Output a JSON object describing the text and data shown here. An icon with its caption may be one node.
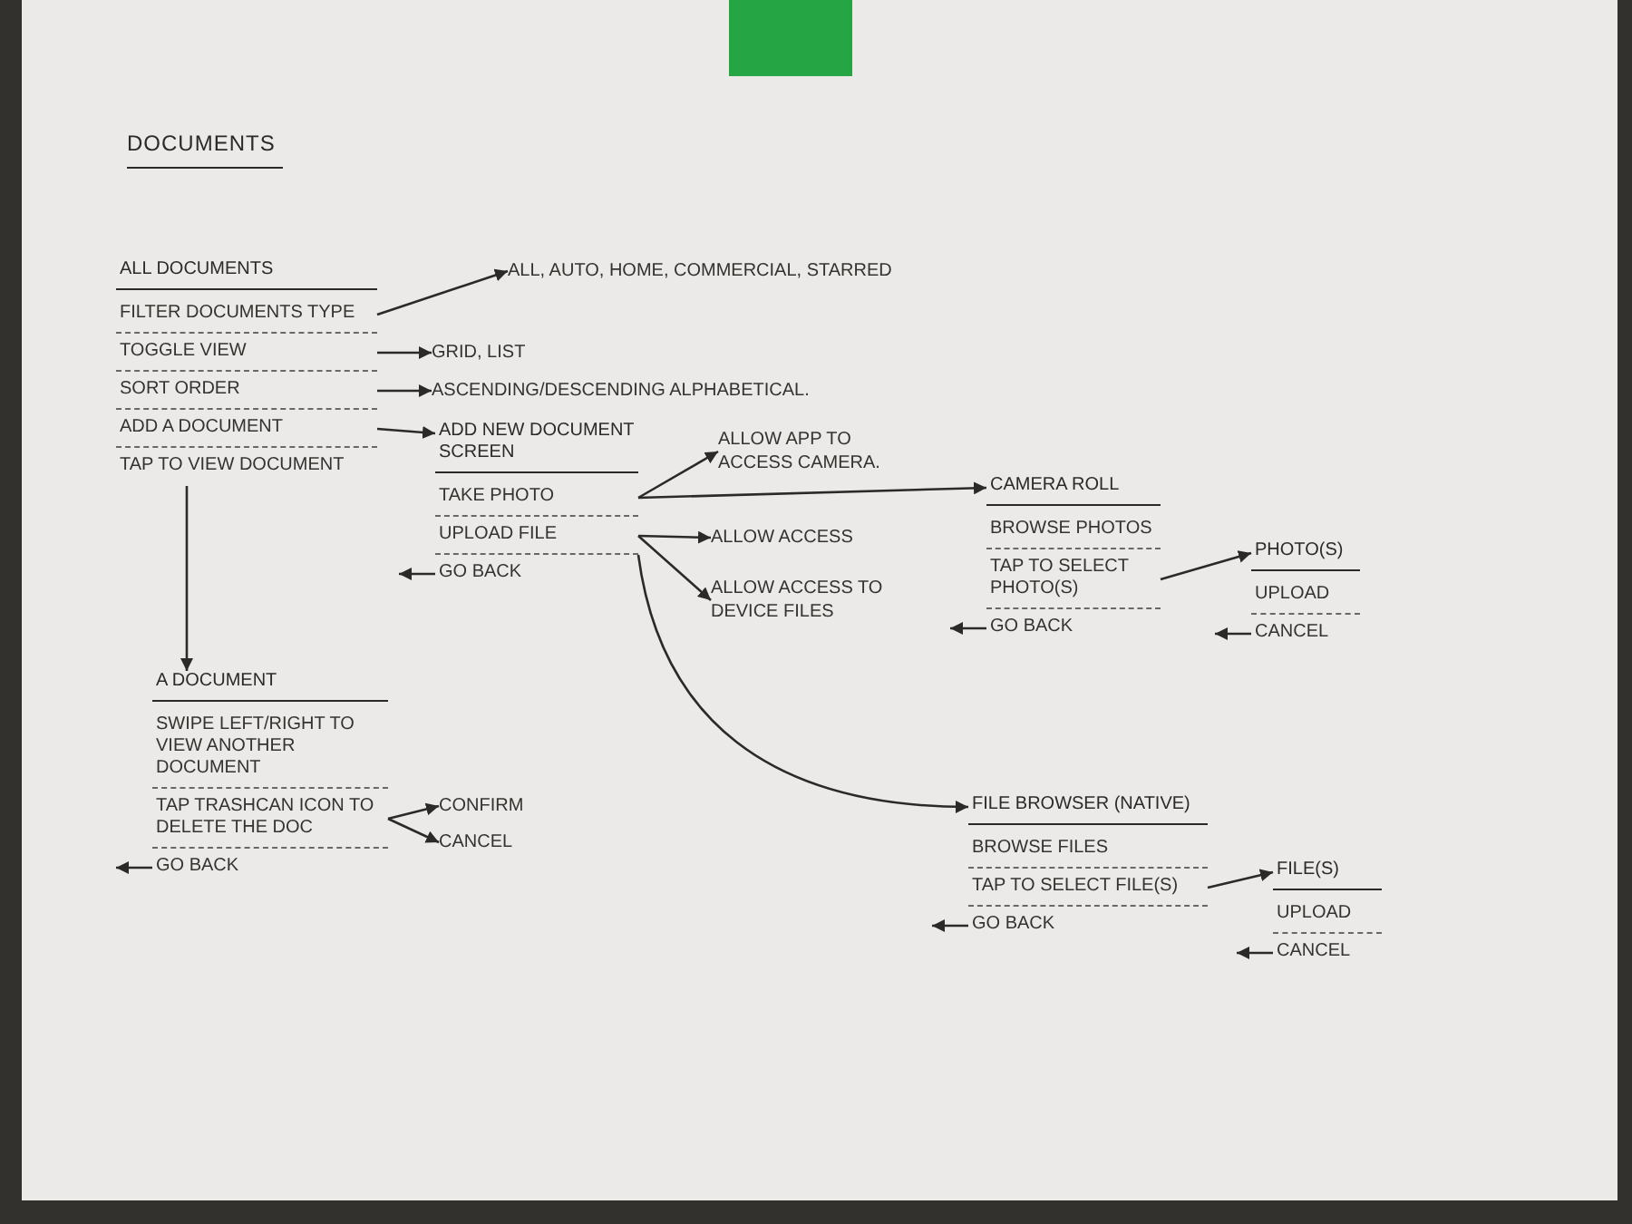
{
  "diagram": {
    "title": "DOCUMENTS",
    "nodes": [
      {
        "text": [
          "ALL DOCUMENTS"
        ]
      },
      {
        "text": [
          "FILTER DOCUMENTS TYPE"
        ],
        "in": 0
      },
      {
        "text": [
          "TOGGLE VIEW"
        ],
        "in": 0
      },
      {
        "text": [
          "SORT ORDER"
        ],
        "in": 0
      },
      {
        "text": [
          "ADD A DOCUMENT"
        ],
        "in": 0
      },
      {
        "text": [
          "TAP TO VIEW DOCUMENT"
        ],
        "in": 0
      },
      {
        "text": [
          "ALL, AUTO, HOME, COMMERCIAL, STARRED"
        ]
      },
      {
        "text": [
          "GRID, LIST"
        ]
      },
      {
        "text": [
          "ASCENDING/DESCENDING ALPHABETICAL."
        ]
      },
      {
        "text": [
          "ADD NEW DOCUMENT SCREEN"
        ]
      },
      {
        "text": [
          "TAKE PHOTO"
        ],
        "in": 9
      },
      {
        "text": [
          "UPLOAD FILE"
        ],
        "in": 9
      },
      {
        "text": [
          "GO BACK"
        ],
        "in": 9
      },
      {
        "text": [
          "ALLOW APP TO ACCESS CAMERA."
        ]
      },
      {
        "text": [
          "ALLOW ACCESS"
        ]
      },
      {
        "text": [
          "ALLOW ACCESS TO DEVICE FILES"
        ]
      },
      {
        "text": [
          "CAMERA ROLL"
        ]
      },
      {
        "text": [
          "BROWSE PHOTOS"
        ],
        "in": 16
      },
      {
        "text": [
          "TAP TO SELECT PHOTO(S)"
        ],
        "in": 16
      },
      {
        "text": [
          "GO BACK"
        ],
        "in": 16
      },
      {
        "text": [
          "PHOTO(S)"
        ]
      },
      {
        "text": [
          "UPLOAD"
        ],
        "in": 20
      },
      {
        "text": [
          "CANCEL"
        ],
        "in": 20
      },
      {
        "text": [
          "A DOCUMENT"
        ]
      },
      {
        "text": [
          "SWIPE LEFT/RIGHT TO VIEW ANOTHER DOCUMENT"
        ],
        "in": 23
      },
      {
        "text": [
          "TAP TRASHCAN ICON TO DELETE THE DOC"
        ],
        "in": 23
      },
      {
        "text": [
          "GO BACK"
        ],
        "in": 23
      },
      {
        "text": [
          "CONFIRM"
        ]
      },
      {
        "text": [
          "CANCEL"
        ]
      },
      {
        "text": [
          "FILE BROWSER (NATIVE)"
        ]
      },
      {
        "text": [
          "BROWSE FILES"
        ],
        "in": 29
      },
      {
        "text": [
          "TAP TO SELECT FILE(S)"
        ],
        "in": 29
      },
      {
        "text": [
          "GO BACK"
        ],
        "in": 29
      },
      {
        "text": [
          "FILE(S)"
        ]
      },
      {
        "text": [
          "UPLOAD"
        ],
        "in": 33
      },
      {
        "text": [
          "CANCEL"
        ],
        "in": 33
      }
    ],
    "edges": [
      {
        "from": 1,
        "to": 6,
        "arrow": "to"
      },
      {
        "from": 2,
        "to": 7,
        "arrow": "to"
      },
      {
        "from": 3,
        "to": 8,
        "arrow": "to"
      },
      {
        "from": 4,
        "to": 9,
        "arrow": "to"
      },
      {
        "from": 5,
        "to": 23,
        "arrow": "to"
      },
      {
        "from": 10,
        "to": 13,
        "arrow": "to"
      },
      {
        "from": 10,
        "to": 16,
        "arrow": "to"
      },
      {
        "from": 11,
        "to": 14,
        "arrow": "to"
      },
      {
        "from": 11,
        "to": 15,
        "arrow": "to"
      },
      {
        "from": 11,
        "to": 29,
        "arrow": "to"
      },
      {
        "from": 18,
        "to": 20,
        "arrow": "to"
      },
      {
        "from": 25,
        "to": 27,
        "arrow": "to"
      },
      {
        "from": 25,
        "to": 28,
        "arrow": "to"
      },
      {
        "from": 31,
        "to": 33,
        "arrow": "to"
      },
      {
        "from": 12,
        "to": null,
        "arrow": "to"
      },
      {
        "from": 19,
        "to": null,
        "arrow": "to"
      },
      {
        "from": 22,
        "to": null,
        "arrow": "to"
      },
      {
        "from": 26,
        "to": null,
        "arrow": "to"
      },
      {
        "from": 32,
        "to": null,
        "arrow": "to"
      },
      {
        "from": 35,
        "to": null,
        "arrow": "to"
      }
    ]
  }
}
